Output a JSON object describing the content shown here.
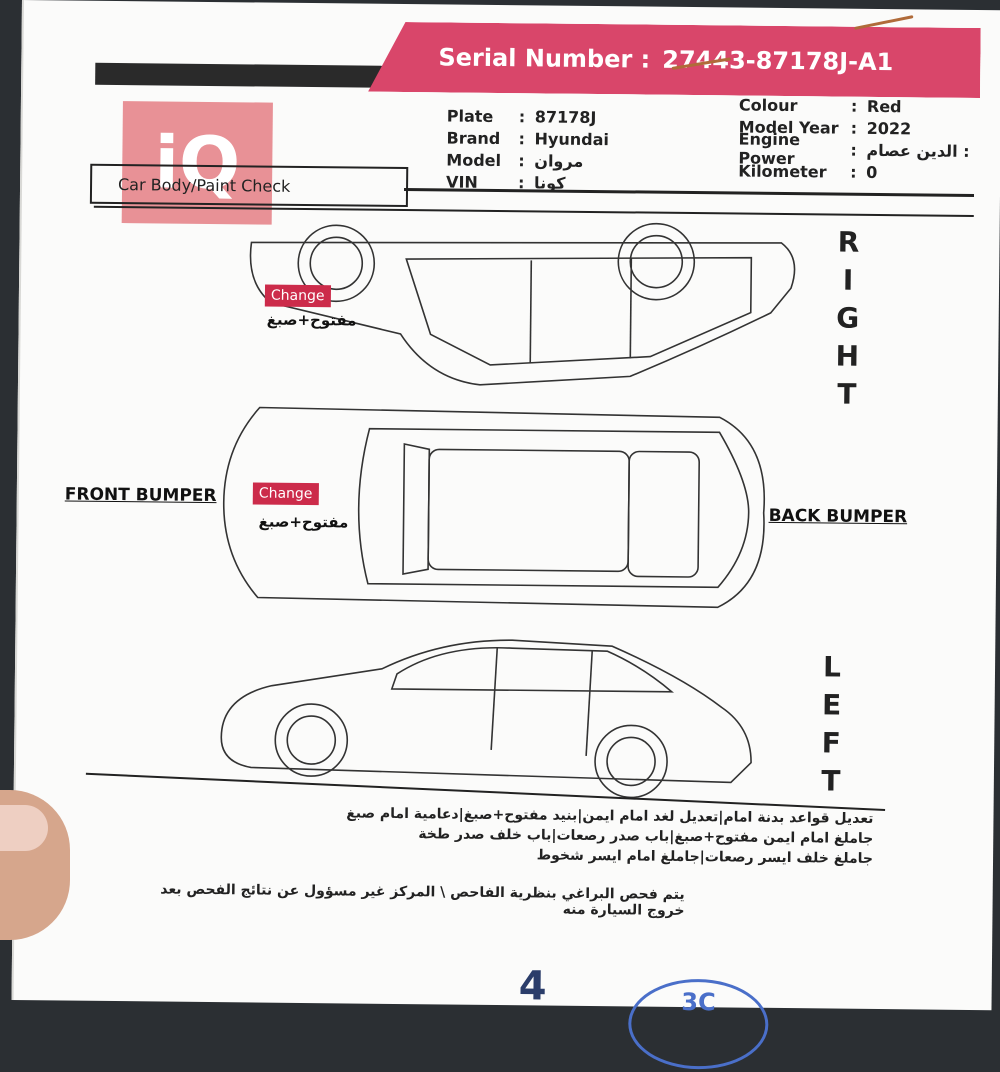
{
  "header": {
    "serial_label": "Serial Number :",
    "serial_value": "27443-87178J-A1",
    "logo_text": "iQ",
    "section_title": "Car Body/Paint Check"
  },
  "vehicle": {
    "left": [
      {
        "label": "Plate",
        "sep": ":",
        "value": "87178J"
      },
      {
        "label": "Brand",
        "sep": ":",
        "value": "Hyundai"
      },
      {
        "label": "Model",
        "sep": ":",
        "value": "مروان"
      },
      {
        "label": "VIN",
        "sep": ":",
        "value": "كونا"
      }
    ],
    "right": [
      {
        "label": "Colour",
        "sep": ":",
        "value": "Red"
      },
      {
        "label": "Model Year",
        "sep": ":",
        "value": "2022"
      },
      {
        "label": "Engine Power",
        "sep": ":",
        "value": "الدين عصام :"
      },
      {
        "label": "Kilometer",
        "sep": ":",
        "value": "0"
      }
    ]
  },
  "diagram": {
    "right_side_letters": [
      "R",
      "I",
      "G",
      "H",
      "T"
    ],
    "left_side_letters": [
      "L",
      "E",
      "F",
      "T"
    ],
    "front_label": "FRONT BUMPER",
    "back_label": "BACK BUMPER",
    "marks": [
      {
        "badge": "Change",
        "note": "مفتوح+صبغ"
      },
      {
        "badge": "Change",
        "note": "مفتوح+صبغ"
      }
    ]
  },
  "notes": [
    "تعديل قواعد بدنة امام|تعديل لغد امام ايمن|بنيد مفتوح+صبغ|دعامية امام صبغ",
    "جاملغ امام ايمن مفتوح+صبغ|باب صدر رصعات|باب خلف صدر طخة",
    "جاملغ خلف ايسر رصعات|جاملغ امام ايسر شخوط"
  ],
  "footer_note": "يتم فحص البراغي بنظرية الفاحص \\ المركز غير مسؤول عن نتائج الفحص بعد خروج السيارة منه",
  "page_number": "4",
  "stamp_text": "3C",
  "colors": {
    "banner": "#d9466a",
    "badge": "#cc2b4a",
    "logo": "#e26e74"
  }
}
